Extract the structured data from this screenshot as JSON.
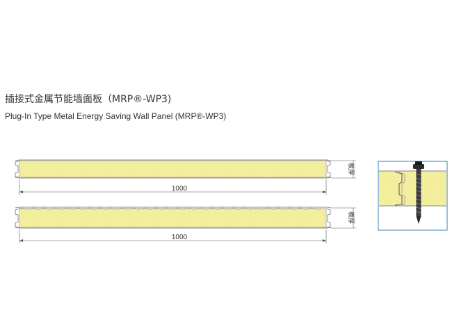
{
  "title": {
    "cn": "插接式金属节能墙面板（MRP®-WP3)",
    "en": "Plug-In Type Metal Energy Saving Wall Panel (MRP®-WP3)"
  },
  "panels": [
    {
      "width_label": "1000",
      "thickness_label": "板厚"
    },
    {
      "width_label": "1000",
      "thickness_label": "板厚"
    }
  ],
  "colors": {
    "core": "#f4ef9f",
    "skin": "#8c8c8c",
    "detail_border": "#3a7fb5",
    "dim_line": "#555555"
  },
  "icons": [
    "self-drilling-screw-icon"
  ]
}
